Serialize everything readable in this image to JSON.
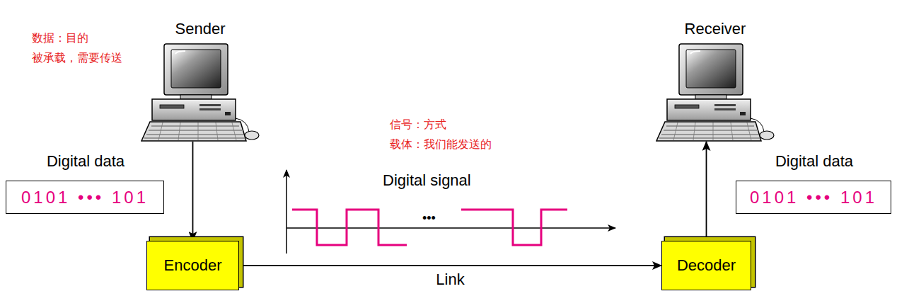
{
  "diagram": {
    "nodes": [
      {
        "text": [
          "Sender"
        ]
      },
      {
        "text": [
          "Digital data",
          "0101 ••• 101"
        ]
      },
      {
        "text": [
          "Encoder"
        ]
      },
      {
        "text": [
          "Receiver"
        ]
      },
      {
        "text": [
          "Digital data",
          "0101 ••• 101"
        ]
      },
      {
        "text": [
          "Decoder"
        ]
      }
    ],
    "edges": [
      {
        "from": 0,
        "to": 2,
        "arrow": "to"
      },
      {
        "from": 2,
        "to": 5,
        "label": "Link",
        "arrow": "to"
      },
      {
        "from": 5,
        "to": 3,
        "arrow": "to"
      }
    ],
    "labels": [
      "数据：目的",
      "被承载，需要传送",
      "信号：方式",
      "载体：我们能发送的",
      "Digital signal",
      "•••"
    ]
  }
}
